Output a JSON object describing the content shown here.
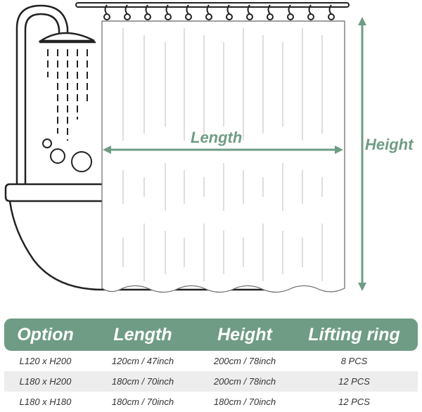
{
  "diagram": {
    "length_label": "Length",
    "height_label": "Height",
    "accent_color": "#6f9c84"
  },
  "table": {
    "headers": [
      "Option",
      "Length",
      "Height",
      "Lifting ring"
    ],
    "rows": [
      [
        "L120 x H200",
        "120cm / 47inch",
        "200cm / 78inch",
        "8 PCS"
      ],
      [
        "L180 x H200",
        "180cm / 70inch",
        "200cm / 78inch",
        "12 PCS"
      ],
      [
        "L180 x H180",
        "180cm / 70inch",
        "180cm / 70inch",
        "12 PCS"
      ]
    ]
  }
}
